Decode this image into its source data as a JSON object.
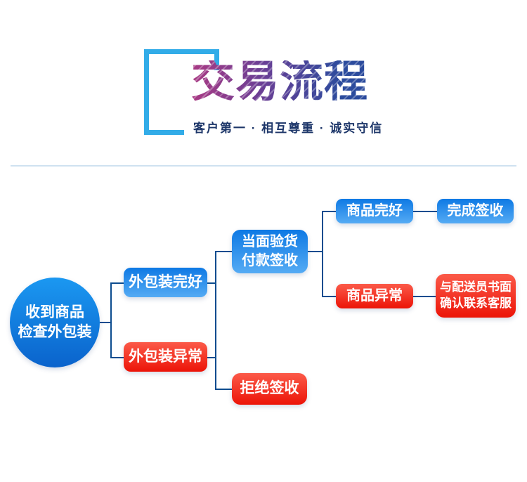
{
  "header": {
    "title": "交易流程",
    "subtitle": "客户第一 · 相互尊重 · 诚实守信"
  },
  "flowchart": {
    "start": {
      "line1": "收到商品",
      "line2": "检查外包装"
    },
    "package_intact": {
      "label": "外包装完好"
    },
    "package_abnormal": {
      "label": "外包装异常"
    },
    "inspect_pay": {
      "line1": "当面验货",
      "line2": "付款签收"
    },
    "refuse_sign": {
      "label": "拒绝签收"
    },
    "goods_intact": {
      "label": "商品完好"
    },
    "sign_complete": {
      "label": "完成签收"
    },
    "goods_abnormal": {
      "label": "商品异常"
    },
    "courier_confirm": {
      "line1": "与配送员书面",
      "line2": "确认联系客服"
    }
  },
  "colors": {
    "blue-top": "#0e79e4",
    "blue-bottom": "#55abf4",
    "red-top": "#fb5a49",
    "red-bottom": "#ec1408",
    "circle-top": "#1b98f1",
    "circle-bottom": "#0a63cc",
    "line": "#0c4c8f",
    "bracket": "#32ace8",
    "divider": "#cfe2f0",
    "subtitle": "#1d3669",
    "title-left": "#a93a84",
    "title-right": "#2b4b9d"
  }
}
